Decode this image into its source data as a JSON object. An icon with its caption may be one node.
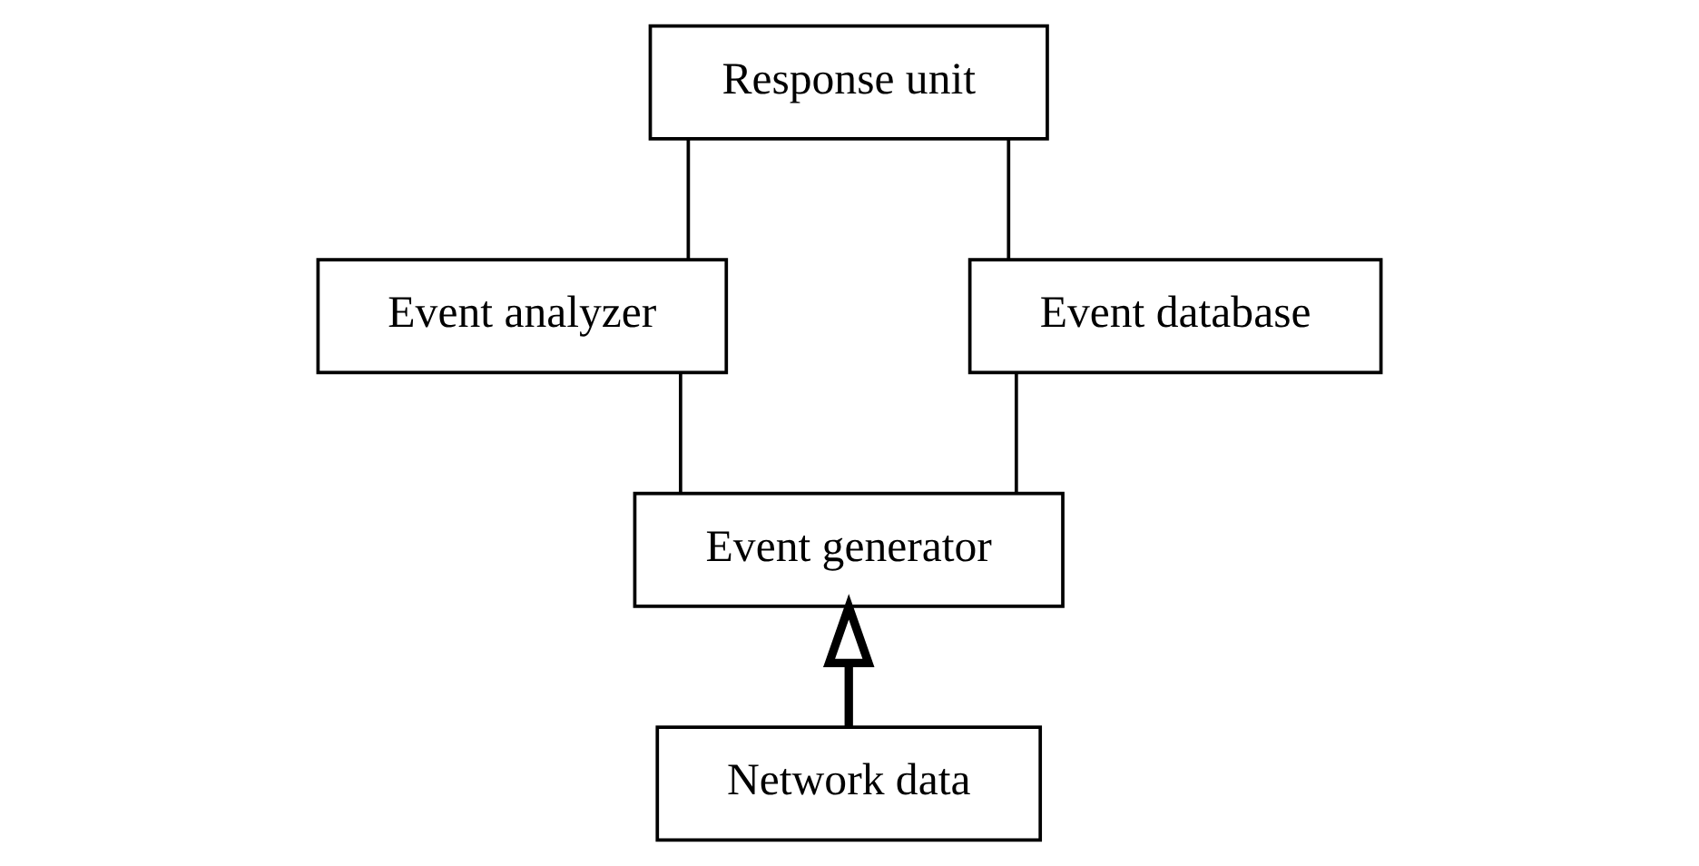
{
  "diagram": {
    "nodes": [
      {
        "text": [
          "Response unit"
        ]
      },
      {
        "text": [
          "Event analyzer"
        ]
      },
      {
        "text": [
          "Event database"
        ]
      },
      {
        "text": [
          "Event generator"
        ]
      },
      {
        "text": [
          "Network data"
        ]
      }
    ],
    "edges": [
      {
        "from": 4,
        "to": 3,
        "arrow": "to",
        "style": "thick"
      },
      {
        "from": 3,
        "to": 1,
        "arrow": "none"
      },
      {
        "from": 3,
        "to": 2,
        "arrow": "none"
      },
      {
        "from": 1,
        "to": 0,
        "arrow": "none"
      },
      {
        "from": 2,
        "to": 0,
        "arrow": "none"
      }
    ]
  }
}
